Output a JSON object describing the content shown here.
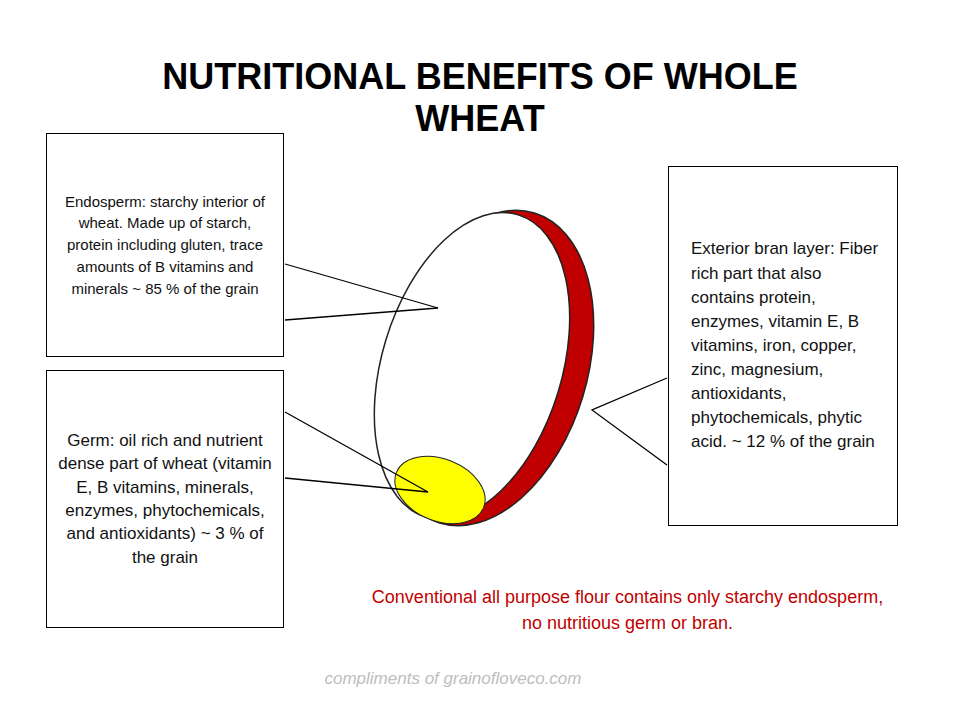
{
  "diagram": {
    "title": "NUTRITIONAL BENEFITS OF WHOLE WHEAT",
    "nodes": [
      {
        "text": [
          "Endosperm: starchy interior of wheat. Made up of starch, protein including gluten, trace amounts of B vitamins and minerals ~ 85 % of the grain"
        ]
      },
      {
        "text": [
          "Exterior bran layer: Fiber rich part that also contains protein, enzymes, vitamin E, B vitamins, iron, copper, zinc, magnesium, antioxidants, phytochemicals, phytic acid. ~ 12 % of the grain"
        ]
      },
      {
        "text": [
          "Germ: oil rich and nutrient dense part of wheat (vitamin E, B vitamins, minerals, enzymes, phytochemicals, and antioxidants) ~ 3 % of the grain"
        ]
      }
    ],
    "labels": [
      "Conventional all purpose flour contains only starchy endosperm, no nutritious germ or bran.",
      "compliments of grainofloveco.com"
    ]
  }
}
